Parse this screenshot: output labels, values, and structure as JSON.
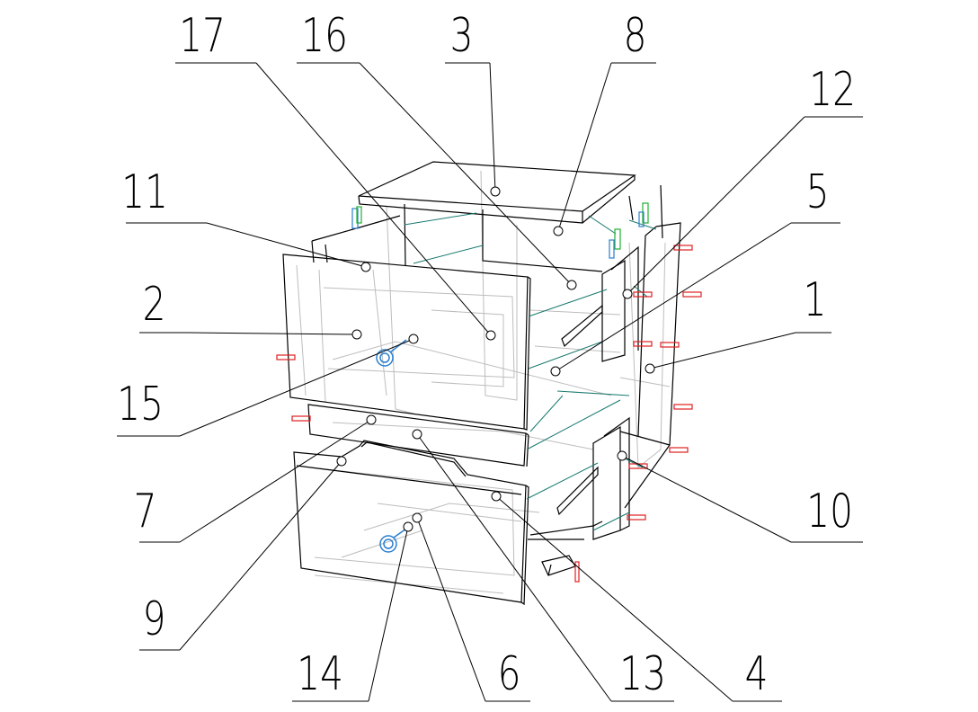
{
  "title": "Exploded assembly drawing of a two-drawer cabinet",
  "colors": {
    "line": "#000000",
    "hidden": "#b8b8b8",
    "fastener": "#e02020",
    "handle": "#2a7fd0",
    "hinge": "#22b030",
    "connector": "#1a7a70"
  },
  "callouts": [
    {
      "id": "17",
      "label": "17"
    },
    {
      "id": "16",
      "label": "16"
    },
    {
      "id": "3",
      "label": "3"
    },
    {
      "id": "8",
      "label": "8"
    },
    {
      "id": "12",
      "label": "12"
    },
    {
      "id": "11",
      "label": "11"
    },
    {
      "id": "5",
      "label": "5"
    },
    {
      "id": "2",
      "label": "2"
    },
    {
      "id": "1",
      "label": "1"
    },
    {
      "id": "15",
      "label": "15"
    },
    {
      "id": "7",
      "label": "7"
    },
    {
      "id": "10",
      "label": "10"
    },
    {
      "id": "9",
      "label": "9"
    },
    {
      "id": "14",
      "label": "14"
    },
    {
      "id": "6",
      "label": "6"
    },
    {
      "id": "13",
      "label": "13"
    },
    {
      "id": "4",
      "label": "4"
    }
  ]
}
